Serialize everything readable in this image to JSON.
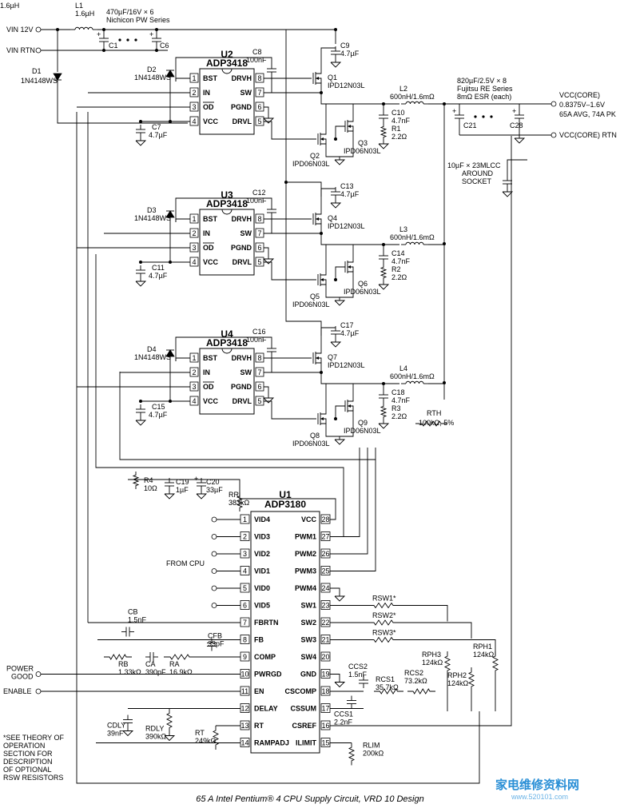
{
  "caption": "65 A Intel Pentium® 4 CPU Supply Circuit, VRD 10 Design",
  "watermark": {
    "text": "家电维修资料网",
    "url": "www.520101.com"
  },
  "inputs": {
    "vin": "VIN 12V",
    "vin_rtn": "VIN RTN"
  },
  "input_caps": "470µF/16V × 6",
  "input_caps_series": "Nichicon PW Series",
  "outputs": {
    "vcc_core": "VCC(CORE)",
    "vcc_range": "0.8375V–1.6V",
    "vcc_current": "65A AVG, 74A PK",
    "vcc_rtn": "VCC(CORE) RTN"
  },
  "output_caps": [
    "820µF/2.5V × 8",
    "Fujitsu RE Series",
    "8mΩ ESR (each)"
  ],
  "mlcc_caps": [
    "10µF × 23MLCC",
    "AROUND",
    "SOCKET"
  ],
  "side_labels": {
    "from_cpu": "FROM CPU",
    "power_good": [
      "POWER",
      "GOOD"
    ],
    "enable": "ENABLE"
  },
  "note": [
    "*SEE THEORY OF",
    "OPERATION",
    "SECTION FOR",
    "DESCRIPTION",
    "OF OPTIONAL",
    "RSW RESISTORS"
  ],
  "drivers": [
    {
      "ref": "U2",
      "part": "ADP3418"
    },
    {
      "ref": "U3",
      "part": "ADP3418"
    },
    {
      "ref": "U4",
      "part": "ADP3418"
    }
  ],
  "driver_pins_left": [
    [
      "1",
      "BST"
    ],
    [
      "2",
      "IN"
    ],
    [
      "3",
      "OD"
    ],
    [
      "4",
      "VCC"
    ]
  ],
  "driver_pins_right": [
    [
      "8",
      "DRVH"
    ],
    [
      "7",
      "SW"
    ],
    [
      "6",
      "PGND"
    ],
    [
      "5",
      "DRVL"
    ]
  ],
  "controller": {
    "ref": "U1",
    "part": "ADP3180"
  },
  "controller_pins_left": [
    [
      "1",
      "VID4"
    ],
    [
      "2",
      "VID3"
    ],
    [
      "3",
      "VID2"
    ],
    [
      "4",
      "VID1"
    ],
    [
      "5",
      "VID0"
    ],
    [
      "6",
      "VID5"
    ],
    [
      "7",
      "FBRTN"
    ],
    [
      "8",
      "FB"
    ],
    [
      "9",
      "COMP"
    ],
    [
      "10",
      "PWRGD"
    ],
    [
      "11",
      "EN"
    ],
    [
      "12",
      "DELAY"
    ],
    [
      "13",
      "RT"
    ],
    [
      "14",
      "RAMPADJ"
    ]
  ],
  "controller_pins_right": [
    [
      "28",
      "VCC"
    ],
    [
      "27",
      "PWM1"
    ],
    [
      "26",
      "PWM2"
    ],
    [
      "25",
      "PWM3"
    ],
    [
      "24",
      "PWM4"
    ],
    [
      "23",
      "SW1"
    ],
    [
      "22",
      "SW2"
    ],
    [
      "21",
      "SW3"
    ],
    [
      "20",
      "SW4"
    ],
    [
      "19",
      "GND"
    ],
    [
      "18",
      "CSCOMP"
    ],
    [
      "17",
      "CSSUM"
    ],
    [
      "16",
      "CSREF"
    ],
    [
      "15",
      "ILIMIT"
    ]
  ],
  "parts": {
    "L1": [
      "L1",
      "1.6µH"
    ],
    "C1": [
      "C1"
    ],
    "C6": [
      "C6"
    ],
    "C8": [
      "C8",
      "100nF"
    ],
    "C9": [
      "C9",
      "4.7µF"
    ],
    "D1": [
      "D1",
      "1N4148WS"
    ],
    "D2": [
      "D2",
      "1N4148WS"
    ],
    "C7": [
      "C7",
      "4.7µF"
    ],
    "Q1": [
      "Q1",
      "IPD12N03L"
    ],
    "L2": [
      "L2",
      "600nH/1.6mΩ"
    ],
    "C10": [
      "C10",
      "4.7nF"
    ],
    "R1": [
      "R1",
      "2.2Ω"
    ],
    "Q2": [
      "Q2",
      "IPD06N03L"
    ],
    "Q3": [
      "Q3",
      "IPD06N03L"
    ],
    "C21": [
      "C21"
    ],
    "C28": [
      "C28"
    ],
    "D3": [
      "D3",
      "1N4148WS"
    ],
    "C12": [
      "C12",
      "100nF"
    ],
    "C13": [
      "C13",
      "4.7µF"
    ],
    "Q4": [
      "Q4",
      "IPD12N03L"
    ],
    "L3": [
      "L3",
      "600nH/1.6mΩ"
    ],
    "C14": [
      "C14",
      "4.7nF"
    ],
    "R2": [
      "R2",
      "2.2Ω"
    ],
    "C11": [
      "C11",
      "4.7µF"
    ],
    "Q5": [
      "Q5",
      "IPD06N03L"
    ],
    "Q6": [
      "Q6",
      "IPD06N03L"
    ],
    "D4": [
      "D4",
      "1N4148WS"
    ],
    "C16": [
      "C16",
      "100nF"
    ],
    "C17": [
      "C17",
      "4.7µF"
    ],
    "Q7": [
      "Q7",
      "IPD12N03L"
    ],
    "L4": [
      "L4",
      "600nH/1.6mΩ"
    ],
    "C18": [
      "C18",
      "4.7nF"
    ],
    "R3": [
      "R3",
      "2.2Ω"
    ],
    "C15": [
      "C15",
      "4.7µF"
    ],
    "Q8": [
      "Q8",
      "IPD06N03L"
    ],
    "Q9": [
      "Q9",
      "IPD06N03L"
    ],
    "RTH": [
      "RTH",
      "100kΩ, 5%"
    ],
    "R4": [
      "R4",
      "10Ω"
    ],
    "C19": [
      "C19",
      "1µF"
    ],
    "C20": [
      "C20",
      "33µF"
    ],
    "RR": [
      "RR",
      "383kΩ"
    ],
    "RSW1": [
      "RSW1*"
    ],
    "RSW2": [
      "RSW2*"
    ],
    "RSW3": [
      "RSW3*"
    ],
    "RPH3": [
      "RPH3",
      "124kΩ"
    ],
    "RPH2": [
      "RPH2",
      "124kΩ"
    ],
    "RPH1": [
      "RPH1",
      "124kΩ"
    ],
    "CB": [
      "CB",
      "1.5nF"
    ],
    "CFB": [
      "CFB",
      "33pF"
    ],
    "RB": [
      "RB",
      "1.33kΩ"
    ],
    "CA": [
      "CA",
      "390pF"
    ],
    "RA": [
      "RA",
      "16.9kΩ"
    ],
    "CCS2": [
      "CCS2",
      "1.5nF"
    ],
    "RCS1": [
      "RCS1",
      "35.7kΩ"
    ],
    "RCS2": [
      "RCS2",
      "73.2kΩ"
    ],
    "CCS1": [
      "CCS1",
      "2.2nF"
    ],
    "CDLY": [
      "CDLY",
      "39nF"
    ],
    "RDLY": [
      "RDLY",
      "390kΩ"
    ],
    "RT": [
      "RT",
      "249kΩ"
    ],
    "RLIM": [
      "RLIM",
      "200kΩ"
    ]
  }
}
